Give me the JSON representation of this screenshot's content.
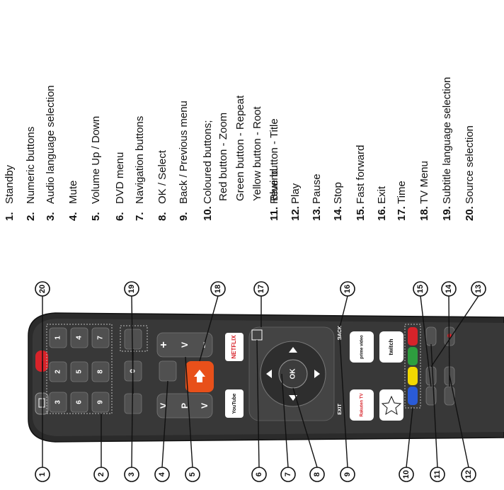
{
  "legend": [
    {
      "num": "1.",
      "label": "Standby"
    },
    {
      "num": "2.",
      "label": "Numeric buttons"
    },
    {
      "num": "3.",
      "label": "Audio language selection"
    },
    {
      "num": "4.",
      "label": "Mute"
    },
    {
      "num": "5.",
      "label": "Volume Up / Down"
    },
    {
      "num": "6.",
      "label": "DVD menu"
    },
    {
      "num": "7.",
      "label": "Navigation buttons"
    },
    {
      "num": "8.",
      "label": "OK / Select"
    },
    {
      "num": "9.",
      "label": "Back / Previous menu"
    },
    {
      "num": "10.",
      "label": "Coloured buttons;",
      "sub": [
        "Red button - Zoom",
        "Green button - Repeat",
        "Yellow button - Root",
        "Blue button - Title"
      ]
    },
    {
      "num": "11.",
      "label": "Rewind"
    },
    {
      "num": "12.",
      "label": "Play"
    },
    {
      "num": "13.",
      "label": "Pause"
    },
    {
      "num": "14.",
      "label": "Stop"
    },
    {
      "num": "15.",
      "label": "Fast forward"
    },
    {
      "num": "16.",
      "label": "Exit"
    },
    {
      "num": "17.",
      "label": "Time"
    },
    {
      "num": "18.",
      "label": "TV Menu"
    },
    {
      "num": "19.",
      "label": "Subtitle language selection"
    },
    {
      "num": "20.",
      "label": "Source selection"
    }
  ],
  "callouts": [
    "1",
    "2",
    "3",
    "4",
    "5",
    "6",
    "7",
    "8",
    "9",
    "10",
    "11",
    "12",
    "13",
    "14",
    "15",
    "16",
    "17",
    "18",
    "19",
    "20"
  ],
  "keys": {
    "numeric": [
      "1",
      "2",
      "3",
      "4",
      "5",
      "6",
      "7",
      "8",
      "9",
      "0"
    ],
    "volume_plus": "+",
    "volume_minus": "−",
    "volume_label": "V",
    "program_label": "P",
    "ok": "OK",
    "back": "BACK",
    "exit": "EXIT",
    "netflix": "NETFLIX",
    "youtube": "YouTube",
    "prime": "prime video",
    "twitch": "twitch",
    "rakuten": "Rakuten TV"
  },
  "colors": {
    "red": "#d8232a",
    "green": "#2e9e3f",
    "yellow": "#f2d800",
    "blue": "#2a5bd7",
    "menu_orange": "#e8501a",
    "body": "#2b2b2b"
  }
}
